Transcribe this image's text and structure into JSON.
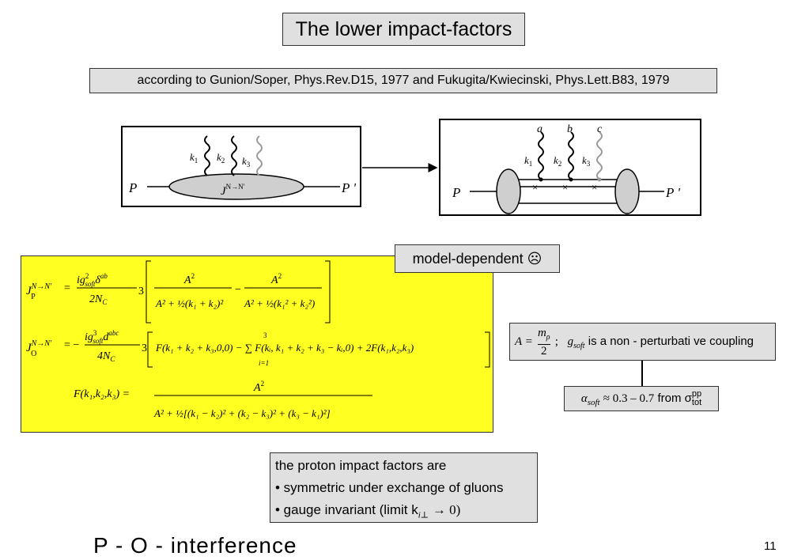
{
  "title": "The lower impact-factors",
  "reference": "according to Gunion/Soper, Phys.Rev.D15, 1977 and Fukugita/Kwiecinski, Phys.Lett.B83, 1979",
  "diagram_left": {
    "p_in": "P",
    "p_out": "P '",
    "k1": "k",
    "k1_sub": "1",
    "k2": "k",
    "k2_sub": "2",
    "k3": "k",
    "k3_sub": "3",
    "blob_label": "J",
    "blob_sup": "N→N'"
  },
  "diagram_right": {
    "p_in": "P",
    "p_out": "P '",
    "gluon_a": "a",
    "gluon_b": "b",
    "gluon_c": "c",
    "k1": "k",
    "k1_sub": "1",
    "k2": "k",
    "k2_sub": "2",
    "k3": "k",
    "k3_sub": "3",
    "cross": "×"
  },
  "model_dependent": "model-dependent ☹",
  "formulas": {
    "jp_lhs": "J",
    "jp_sup": "N→N'",
    "jp_sub": "P",
    "jp_pref_num": "ig",
    "jp_pref_num_sup": "2",
    "jp_pref_num_sub": "soft",
    "jp_delta": "δ",
    "jp_delta_sup": "ab",
    "jp_pref_den": "2N",
    "jp_pref_den_sub": "C",
    "three": "3",
    "A2": "A",
    "A2_sup": "2",
    "jp_den1": "A² + ½(k₁ + k₂)²",
    "jp_den2": "A² + ½(k₁² + k₂²)",
    "jo_lhs": "J",
    "jo_sup": "N→N'",
    "jo_sub": "O",
    "jo_pref_num": "ig",
    "jo_pref_num_sup": "3",
    "jo_pref_num_sub": "soft",
    "jo_d": "d",
    "jo_d_sup": "abc",
    "jo_pref_den": "4N",
    "jo_pref_den_sub": "C",
    "jo_bracket": "F(k₁ + k₂ + k₃,0,0) − ∑ F(kᵢ, k₁ + k₂ + k₃ − kᵢ,0) + 2F(k₁,k₂,k₃)",
    "sum_top": "3",
    "sum_bottom": "i=1",
    "f_lhs": "F(k₁,k₂,k₃) =",
    "f_den": "A² + ½[(k₁ − k₂)² + (k₂ − k₃)² + (k₃ − k₁)²]"
  },
  "coupling_text": "is a non - perturbati ve coupling",
  "coupling_A": "A =",
  "coupling_m": "m",
  "coupling_rho": "ρ",
  "coupling_two": "2",
  "coupling_g": "g",
  "coupling_g_sub": "soft",
  "alpha_text": "α",
  "alpha_sub": "soft",
  "alpha_range": "≈ 0.3 – 0.7",
  "alpha_from": "from σ",
  "alpha_sup": "pp",
  "alpha_sub2": "tot",
  "proton_box": {
    "line1": "the proton impact factors are",
    "line2": "• symmetric under exchange of gluons",
    "line3": "• gauge invariant (limit k",
    "line3_sub": "i⊥",
    "line3_end": "→ 0)"
  },
  "footer_title": "P - O - interference",
  "page_number": "11"
}
